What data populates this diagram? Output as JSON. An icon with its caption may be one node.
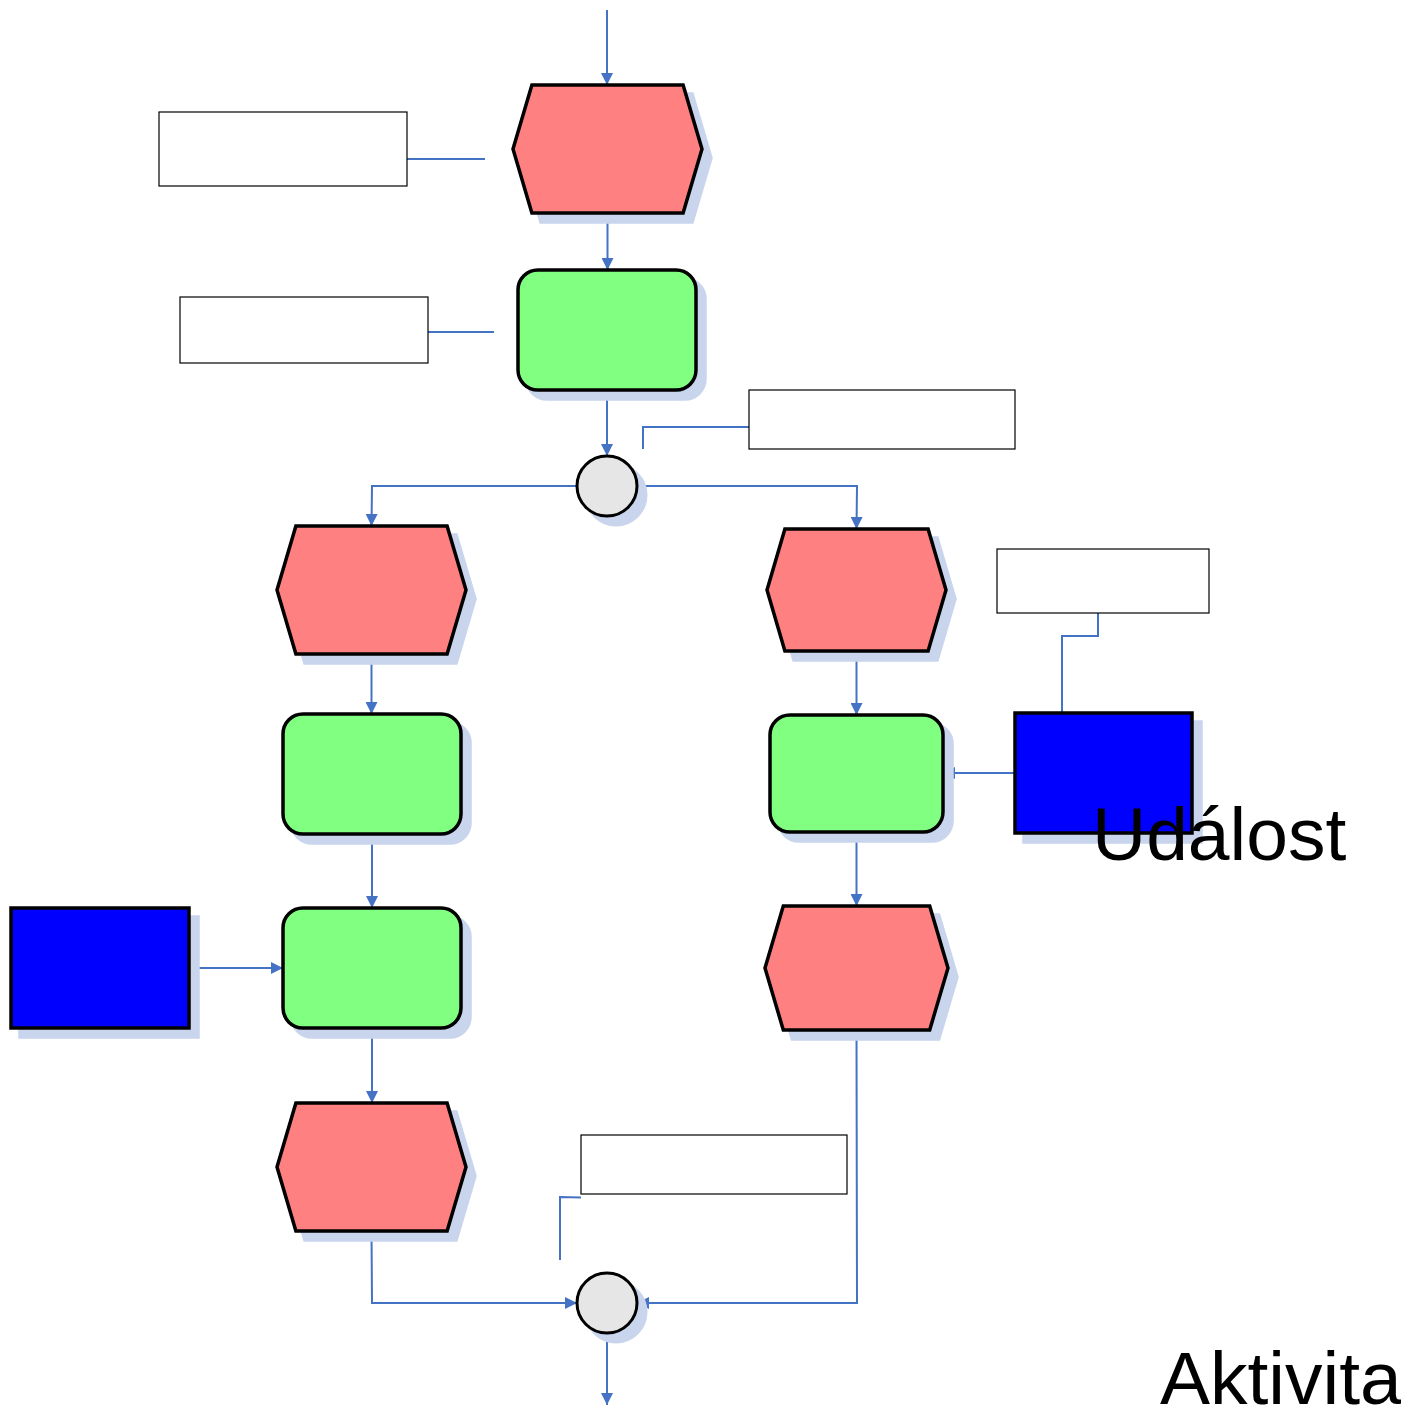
{
  "diagram": {
    "nodes": [
      {
        "text": [],
        "shape": "box"
      },
      {
        "text": [],
        "shape": "hexagon"
      },
      {
        "text": [],
        "shape": "box"
      },
      {
        "text": [],
        "shape": "rounded"
      },
      {
        "text": [],
        "shape": "box"
      },
      {
        "text": [],
        "shape": "circle"
      },
      {
        "text": [],
        "shape": "hexagon"
      },
      {
        "text": [],
        "shape": "hexagon"
      },
      {
        "text": [],
        "shape": "box"
      },
      {
        "text": [],
        "shape": "rounded"
      },
      {
        "text": [],
        "shape": "rounded"
      },
      {
        "text": [],
        "shape": "rectangle"
      },
      {
        "text": [],
        "shape": "rectangle"
      },
      {
        "text": [],
        "shape": "rounded"
      },
      {
        "text": [],
        "shape": "hexagon"
      },
      {
        "text": [],
        "shape": "hexagon"
      },
      {
        "text": [],
        "shape": "box"
      },
      {
        "text": [],
        "shape": "circle"
      }
    ],
    "edges": [
      {
        "from": null,
        "to": 1,
        "arrow": "to"
      },
      {
        "from": 0,
        "to": null,
        "arrow": "none"
      },
      {
        "from": 1,
        "to": 3,
        "arrow": "to"
      },
      {
        "from": 2,
        "to": null,
        "arrow": "none"
      },
      {
        "from": 3,
        "to": 5,
        "arrow": "to"
      },
      {
        "from": 4,
        "to": null,
        "arrow": "none"
      },
      {
        "from": 5,
        "to": 6,
        "arrow": "to"
      },
      {
        "from": 5,
        "to": 7,
        "arrow": "to"
      },
      {
        "from": 6,
        "to": 9,
        "arrow": "to"
      },
      {
        "from": 7,
        "to": 10,
        "arrow": "to"
      },
      {
        "from": 8,
        "to": 11,
        "arrow": "none"
      },
      {
        "from": 11,
        "to": 10,
        "arrow": "to"
      },
      {
        "from": 9,
        "to": 13,
        "arrow": "to"
      },
      {
        "from": 12,
        "to": 13,
        "arrow": "to"
      },
      {
        "from": 10,
        "to": 14,
        "arrow": "to"
      },
      {
        "from": 13,
        "to": 15,
        "arrow": "to"
      },
      {
        "from": 16,
        "to": null,
        "arrow": "none"
      },
      {
        "from": 15,
        "to": 17,
        "arrow": "to"
      },
      {
        "from": 14,
        "to": 17,
        "arrow": "to"
      },
      {
        "from": 17,
        "to": null,
        "arrow": "to"
      }
    ],
    "labels": [
      "Událost",
      "Aktivita"
    ]
  }
}
